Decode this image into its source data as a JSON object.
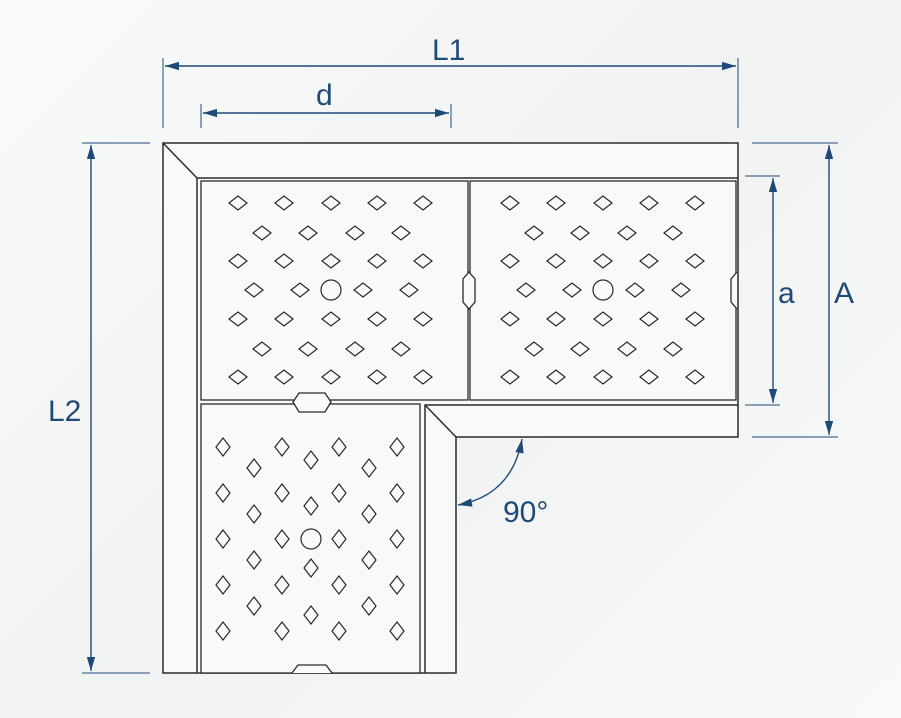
{
  "labels": {
    "L1": "L1",
    "L2": "L2",
    "d": "d",
    "A": "A",
    "a": "a",
    "angle": "90°"
  },
  "colors": {
    "dimension": "#1f4a78",
    "outline": "#2a2a2a",
    "fill": "#f8f9f9"
  }
}
